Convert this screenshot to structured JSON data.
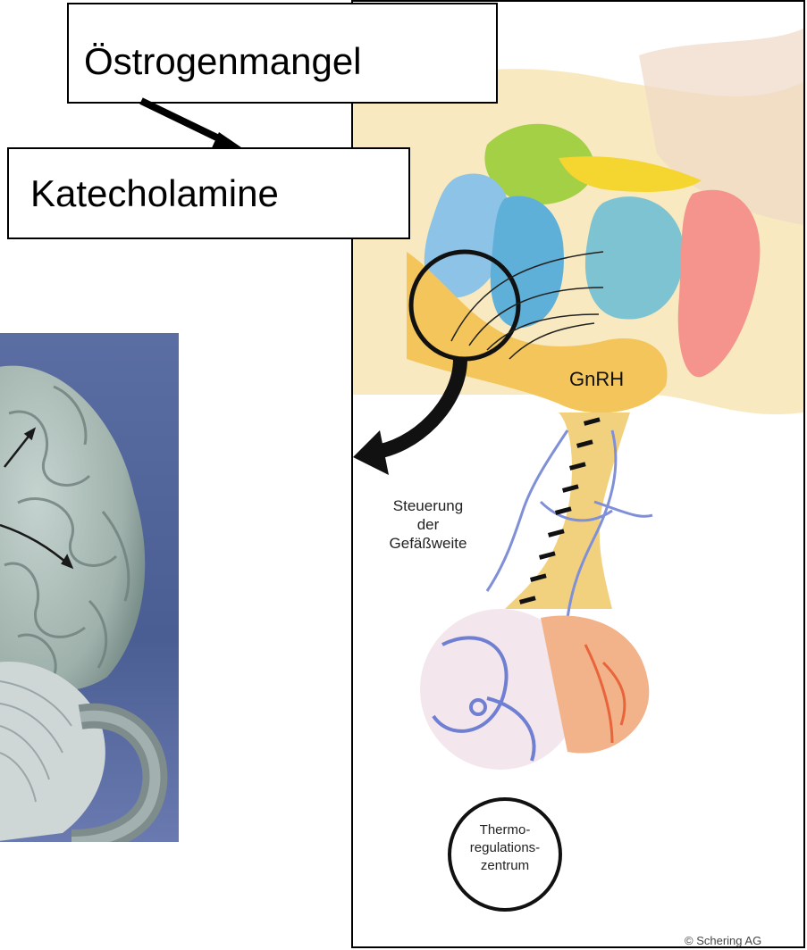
{
  "labels": {
    "oestrogenmangel": "Östrogenmangel",
    "katecholamine": "Katecholamine",
    "gnrh": "GnRH",
    "steuerung_line1": "Steuerung",
    "steuerung_line2": "der",
    "steuerung_line3": "Gefäßweite",
    "thermo_line1": "Thermo-",
    "thermo_line2": "regulations-",
    "thermo_line3": "zentrum",
    "copyright": "© Schering AG"
  },
  "colors": {
    "brain_bg": "#4a5e94",
    "brain_matter": "#a6b8b2",
    "illustration_accent_blue": "#7fb4d8",
    "illustration_accent_yellow": "#f2c230",
    "illustration_accent_green": "#9ccf3b",
    "illustration_accent_pink": "#f08a82"
  }
}
